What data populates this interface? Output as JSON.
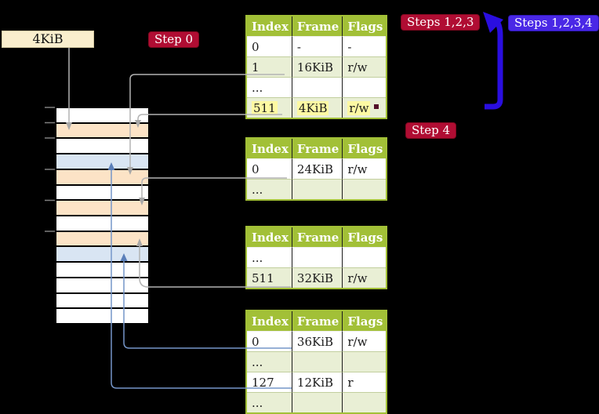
{
  "frame_label": "4KiB",
  "badges": {
    "step0": "Step 0",
    "steps123": "Steps 1,2,3",
    "steps1234": "Steps 1,2,3,4",
    "step4": "Step 4"
  },
  "tables": [
    {
      "name": "page-table-1",
      "headers": [
        "Index",
        "Frame",
        "Flags"
      ],
      "rows": [
        {
          "cells": [
            "0",
            "-",
            "-"
          ],
          "shade": false,
          "highlight": false
        },
        {
          "cells": [
            "1",
            "16KiB",
            "r/w"
          ],
          "shade": true,
          "highlight": false
        },
        {
          "cells": [
            "...",
            "",
            ""
          ],
          "shade": false,
          "highlight": false
        },
        {
          "cells": [
            "511",
            "4KiB",
            "r/w"
          ],
          "shade": true,
          "highlight": true
        }
      ]
    },
    {
      "name": "page-table-2",
      "headers": [
        "Index",
        "Frame",
        "Flags"
      ],
      "rows": [
        {
          "cells": [
            "0",
            "24KiB",
            "r/w"
          ],
          "shade": false,
          "highlight": false
        },
        {
          "cells": [
            "...",
            "",
            ""
          ],
          "shade": true,
          "highlight": false
        }
      ]
    },
    {
      "name": "page-table-3",
      "headers": [
        "Index",
        "Frame",
        "Flags"
      ],
      "rows": [
        {
          "cells": [
            "...",
            "",
            ""
          ],
          "shade": false,
          "highlight": false
        },
        {
          "cells": [
            "511",
            "32KiB",
            "r/w"
          ],
          "shade": true,
          "highlight": false
        }
      ]
    },
    {
      "name": "page-table-4",
      "headers": [
        "Index",
        "Frame",
        "Flags"
      ],
      "rows": [
        {
          "cells": [
            "0",
            "36KiB",
            "r/w"
          ],
          "shade": false,
          "highlight": false
        },
        {
          "cells": [
            "...",
            "",
            ""
          ],
          "shade": true,
          "highlight": false
        },
        {
          "cells": [
            "127",
            "12KiB",
            "r"
          ],
          "shade": false,
          "highlight": false
        },
        {
          "cells": [
            "...",
            "",
            ""
          ],
          "shade": true,
          "highlight": false
        }
      ]
    }
  ],
  "memory": {
    "rows": [
      "white",
      "peach",
      "white",
      "blue",
      "peach",
      "white",
      "peach",
      "white",
      "peach",
      "blue",
      "white",
      "white",
      "white",
      "white"
    ]
  },
  "connections": [
    {
      "from": "frame-size-label",
      "to": "memory-row-2",
      "color": "gray"
    },
    {
      "from": "page-table-1-row-1",
      "to": "memory-row-5",
      "color": "gray"
    },
    {
      "from": "page-table-1-row-511",
      "to": "memory-row-2",
      "color": "gray"
    },
    {
      "from": "page-table-2-row-0",
      "to": "memory-row-7",
      "color": "gray"
    },
    {
      "from": "page-table-3-row-511",
      "to": "memory-row-9",
      "color": "gray"
    },
    {
      "from": "page-table-4-row-0",
      "to": "memory-row-10",
      "color": "blue"
    },
    {
      "from": "page-table-4-row-127",
      "to": "memory-row-4",
      "color": "blue"
    },
    {
      "from": "big-blue-arrow",
      "to": "steps123-badge",
      "color": "blue"
    }
  ],
  "colors": {
    "background": "#000000",
    "badge_red": "#b00d33",
    "badge_blue": "#4a28e6",
    "big_arrow_blue": "#2a0ee0",
    "table_header_green": "#a2c037",
    "table_row_green": "#e9efd5",
    "highlight_yellow": "#fdf9a3",
    "frame_peach": "#fce3c6",
    "frame_blue": "#d9e5f3",
    "label_cream": "#faeecd",
    "connector_gray": "#b3b3b3",
    "connector_blue": "#7596c9"
  }
}
